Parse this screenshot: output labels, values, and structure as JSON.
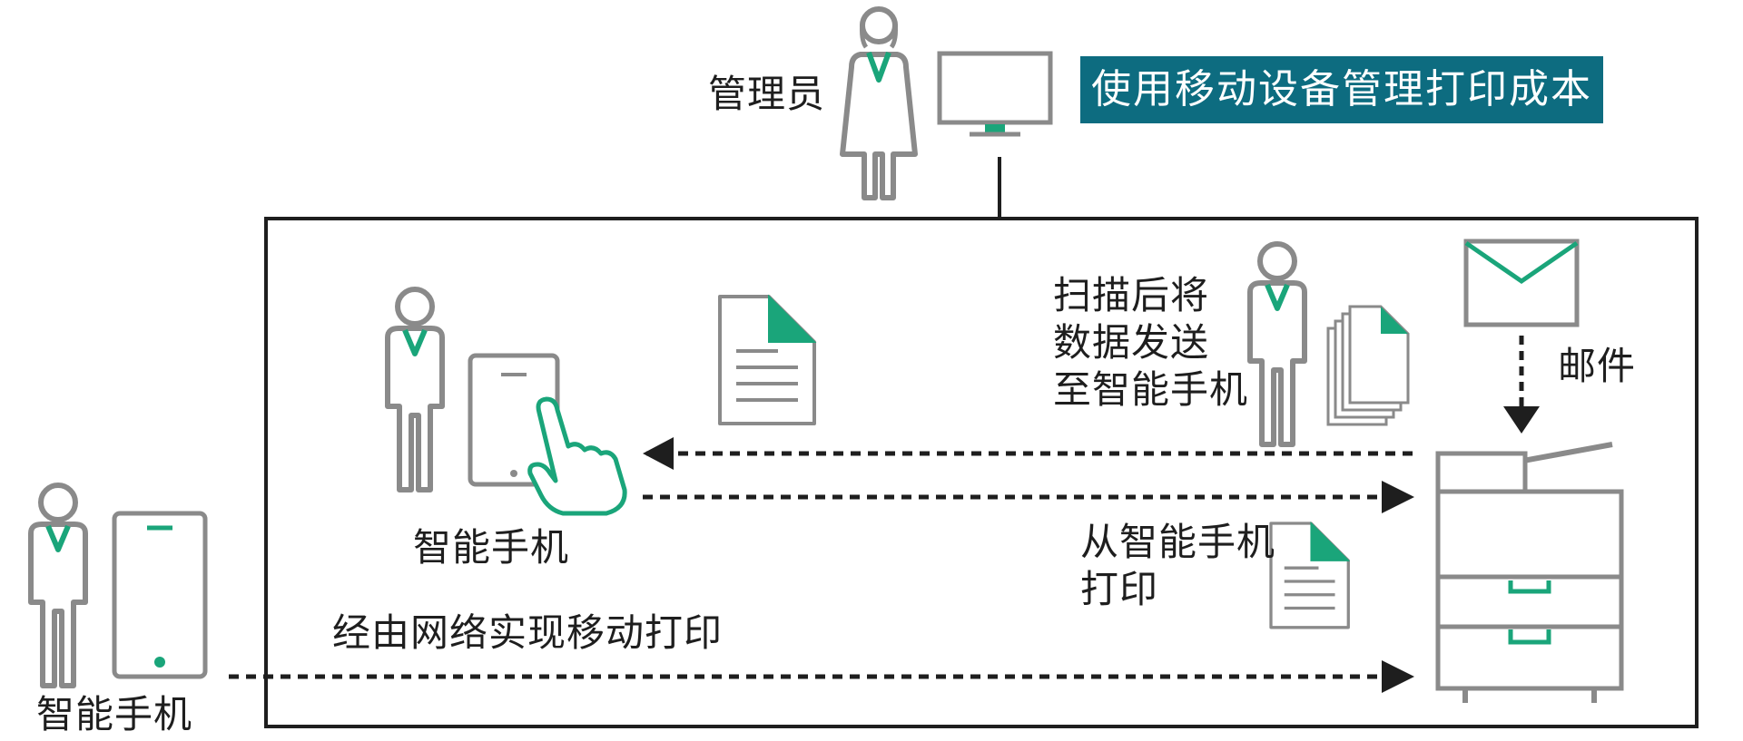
{
  "colors": {
    "outline": "#8a8a8a",
    "accent_green": "#1aa57a",
    "title_bg": "#0d6c80",
    "line": "#1e1e1e"
  },
  "labels": {
    "admin": "管理员",
    "title": "使用移动设备管理打印成本",
    "scan_to_phone": "扫描后将\n数据发送\n至智能手机",
    "mail": "邮件",
    "smartphone_inner": "智能手机",
    "print_from_phone": "从智能手机\n打印",
    "network_print": "经由网络实现移动打印",
    "smartphone_outer": "智能手机"
  },
  "icons": [
    "person-icon",
    "monitor-icon",
    "tablet-icon",
    "hand-pointer-icon",
    "document-icon",
    "envelope-icon",
    "printer-icon",
    "smartphone-icon"
  ]
}
